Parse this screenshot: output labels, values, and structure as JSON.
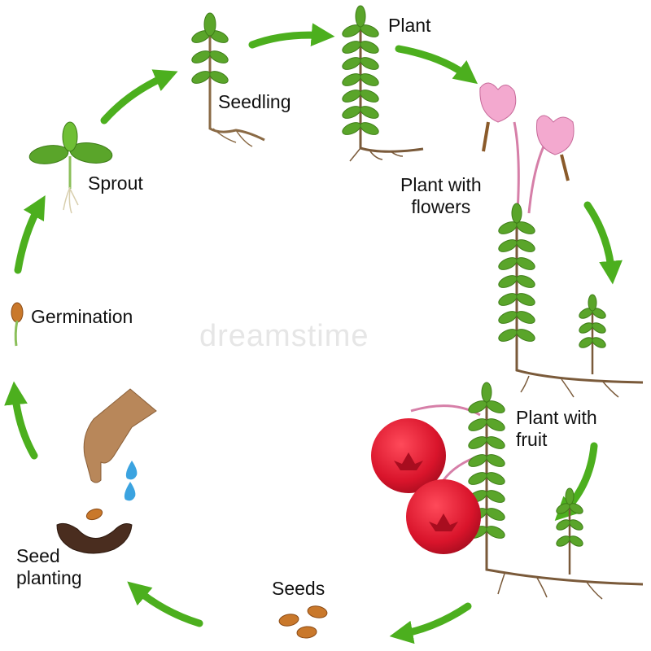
{
  "stages": {
    "seedling": "Seedling",
    "plant": "Plant",
    "flowers": "Plant with\nflowers",
    "fruit": "Plant with\nfruit",
    "seeds": "Seeds",
    "planting": "Seed\nplanting",
    "germination": "Germination",
    "sprout": "Sprout"
  },
  "watermark": "dreamstime",
  "colors": {
    "arrow": "#4caf1e",
    "leaf": "#5aa52a",
    "leaf_dark": "#3e7d18",
    "stem": "#7a5a3a",
    "berry": "#d9142b",
    "flower": "#f3a9cf",
    "seed": "#c9782b",
    "soil": "#4a2d1f",
    "hand": "#b8875a",
    "water": "#3ba3e0"
  },
  "icons": [
    "hand-icon",
    "water-drop-icon",
    "seed-icon",
    "soil-icon",
    "cranberry-icon",
    "flower-icon",
    "leaf-icon"
  ]
}
